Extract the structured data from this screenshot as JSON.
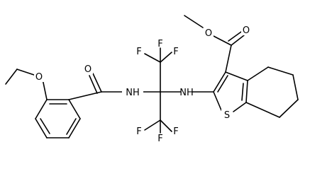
{
  "molecule": {
    "atoms": [
      {
        "id": "O_ester_carbonyl",
        "symbol": "O"
      },
      {
        "id": "O_ester_methoxy",
        "symbol": "O"
      },
      {
        "id": "O_amide",
        "symbol": "O"
      },
      {
        "id": "O_ethoxy",
        "symbol": "O"
      },
      {
        "id": "N_amide",
        "symbol": "NH"
      },
      {
        "id": "N_amine",
        "symbol": "NH"
      },
      {
        "id": "S_thiophene",
        "symbol": "S"
      },
      {
        "id": "F_top_left",
        "symbol": "F"
      },
      {
        "id": "F_top_right",
        "symbol": "F"
      },
      {
        "id": "F_top_lower",
        "symbol": "F"
      },
      {
        "id": "F_bottom_upper",
        "symbol": "F"
      },
      {
        "id": "F_bottom_left",
        "symbol": "F"
      },
      {
        "id": "F_bottom_right",
        "symbol": "F"
      }
    ]
  }
}
